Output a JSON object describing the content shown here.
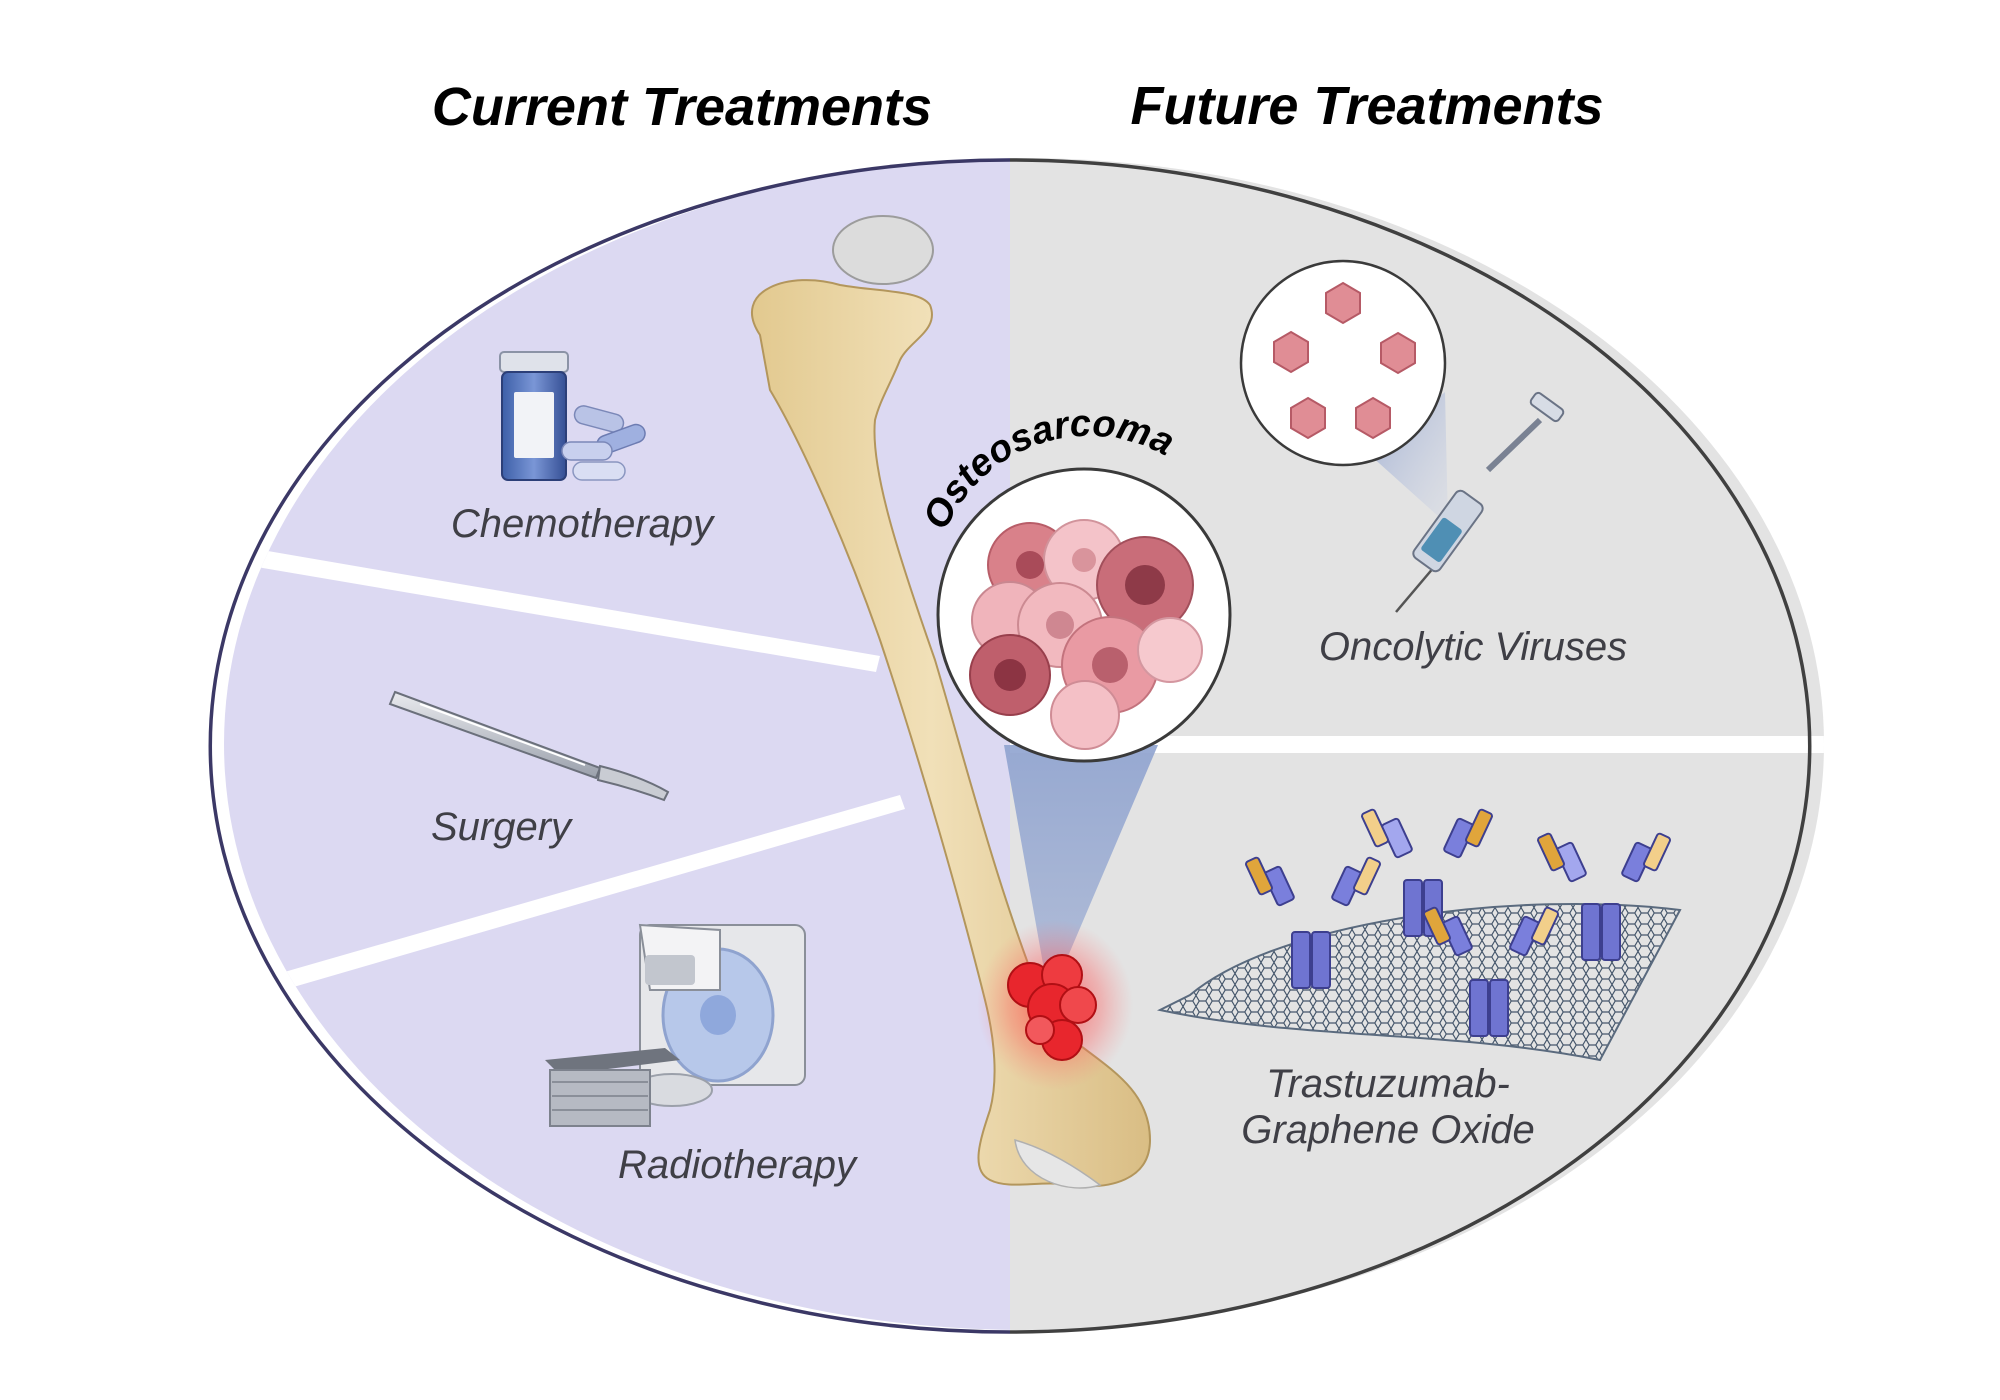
{
  "headings": {
    "current": "Current Treatments",
    "future": "Future Treatments"
  },
  "center": {
    "title": "Osteosarcoma"
  },
  "current_treatments": [
    {
      "label": "Chemotherapy",
      "icon": "pill-bottle-icon"
    },
    {
      "label": "Surgery",
      "icon": "scalpel-icon"
    },
    {
      "label": "Radiotherapy",
      "icon": "radiotherapy-machine-icon"
    }
  ],
  "future_treatments": [
    {
      "label": "Oncolytic Viruses",
      "icon": "virus-syringe-icon"
    },
    {
      "label_line1": "Trastuzumab-",
      "label_line2": "Graphene Oxide",
      "icon": "antibody-graphene-icon"
    }
  ],
  "colors": {
    "current_panel": "#dcd9f2",
    "future_panel": "#e3e3e3",
    "bone": "#ecd9a9",
    "tumor": "#e8262d",
    "spotlight": "#9fb1d6"
  }
}
